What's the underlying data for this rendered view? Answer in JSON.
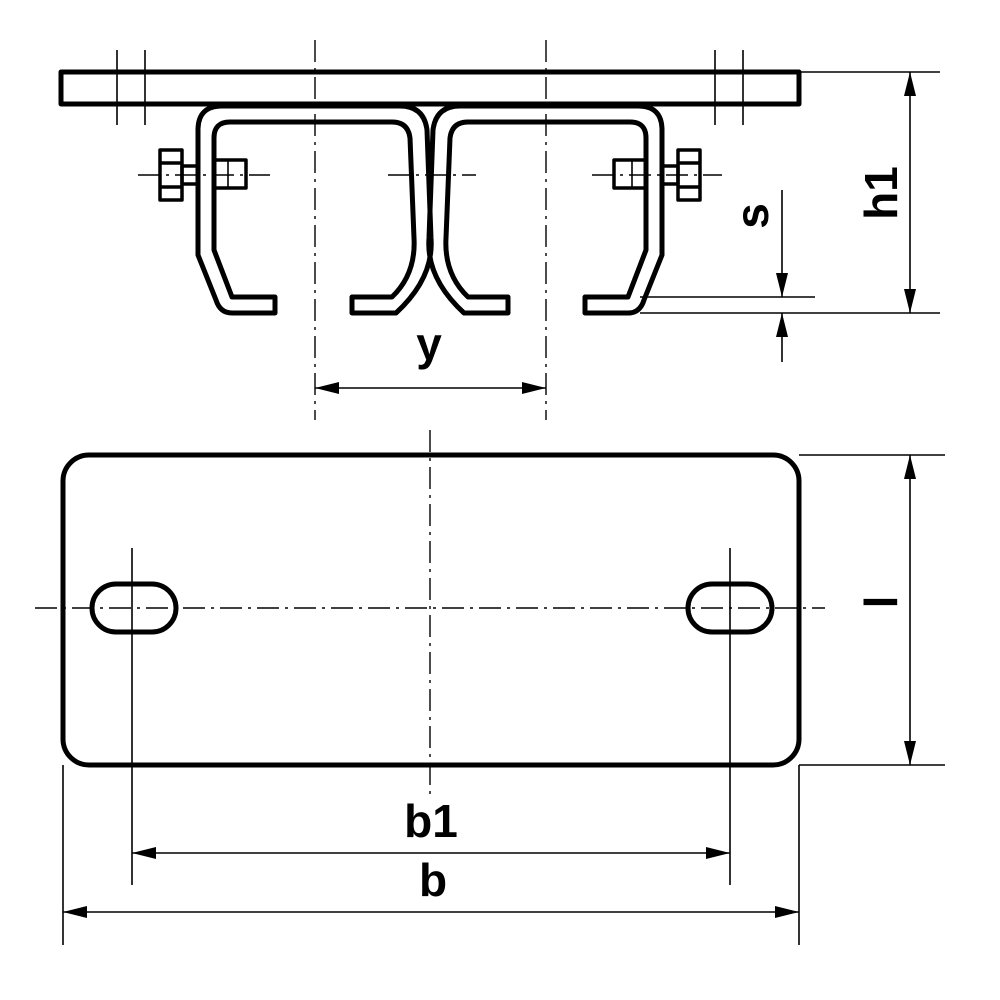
{
  "labels": {
    "y": "y",
    "s": "s",
    "h1": "h1",
    "l": "l",
    "b1": "b1",
    "b": "b"
  },
  "colors": {
    "line": "#000000",
    "background": "#ffffff"
  }
}
